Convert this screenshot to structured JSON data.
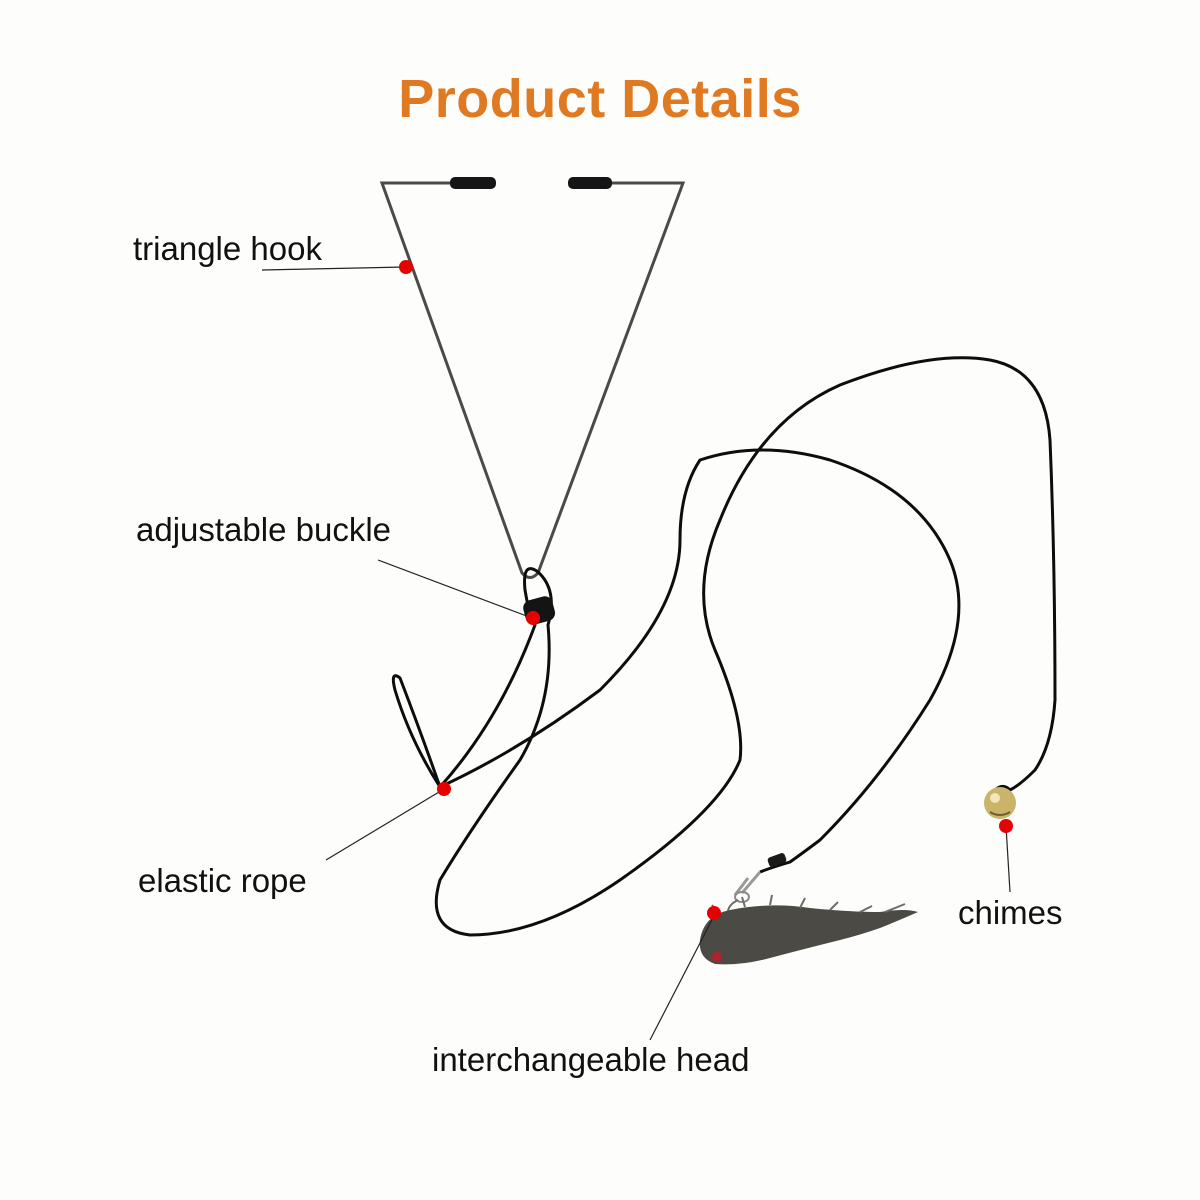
{
  "title": "Product Details",
  "colors": {
    "title": "#e07a22",
    "marker": "#e60000",
    "rope": "#0d0d0d",
    "hook": "#4a4a4a",
    "bell": "#c9b46a",
    "fur": "#4b4a45"
  },
  "labels": {
    "triangle_hook": "triangle hook",
    "adjustable_buckle": "adjustable buckle",
    "elastic_rope": "elastic rope",
    "interchangeable_head": "interchangeable head",
    "chimes": "chimes"
  }
}
